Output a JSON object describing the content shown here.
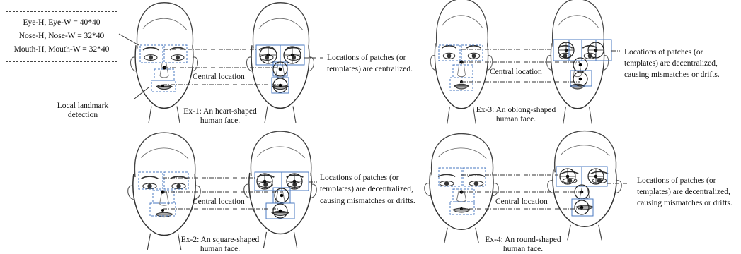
{
  "params": {
    "eye": "Eye-H, Eye-W = 40*40",
    "nose": "Nose-H, Nose-W = 32*40",
    "mouth": "Mouth-H, Mouth-W = 32*40"
  },
  "ex1": {
    "caption1": "Ex-1: An heart-shaped",
    "caption2": "human face.",
    "central": "Central location",
    "note1": "Locations of patches (or",
    "note2": "templates) are centralized.",
    "landmark1": "Local landmark",
    "landmark2": "detection"
  },
  "ex2": {
    "caption1": "Ex-2: An square-shaped",
    "caption2": "human face.",
    "central": "Central location",
    "note1": "Locations of patches (or",
    "note2": "templates) are decentralized,",
    "note3": "causing mismatches  or drifts."
  },
  "ex3": {
    "caption1": "Ex-3: An oblong-shaped",
    "caption2": "human face.",
    "central": "Central location",
    "note1": "Locations of patches (or",
    "note2": "templates) are decentralized,",
    "note3": "causing mismatches  or drifts."
  },
  "ex4": {
    "caption1": "Ex-4: An round-shaped",
    "caption2": "human face.",
    "central": "Central location",
    "note1": "Locations of patches (or",
    "note2": "templates) are decentralized,",
    "note3": "causing mismatches  or drifts."
  }
}
